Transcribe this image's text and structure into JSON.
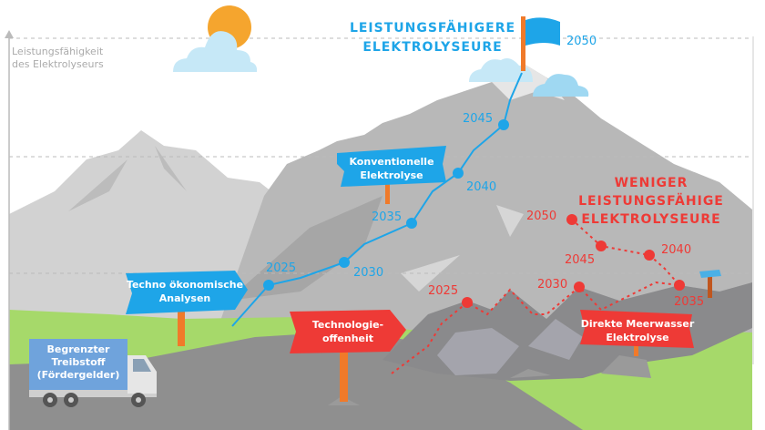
{
  "axis": {
    "label_line1": "Leistungsfähigkeit",
    "label_line2": "des Elektrolyseurs"
  },
  "top_goal": {
    "line1": "LEISTUNGSFÄHIGERE",
    "line2": "ELEKTROLYSEURE",
    "year": "2050"
  },
  "lower_goal": {
    "line1": "WENIGER",
    "line2": "LEISTUNGSFÄHIGE",
    "line3": "ELEKTROLYSEURE"
  },
  "blue_path_years": [
    "2025",
    "2030",
    "2035",
    "2040",
    "2045"
  ],
  "red_path_years": [
    "2025",
    "2030",
    "2035",
    "2040",
    "2045",
    "2050"
  ],
  "signs": {
    "techno": {
      "line1": "Techno ökonomische",
      "line2": "Analysen"
    },
    "offenheit": {
      "line1": "Technologie-",
      "line2": "offenheit"
    },
    "konventionell": {
      "line1": "Konventionelle",
      "line2": "Elektrolyse"
    },
    "meerwasser": {
      "line1": "Direkte Meerwasser",
      "line2": "Elektrolyse"
    }
  },
  "truck": {
    "line1": "Begrenzter",
    "line2": "Treibstoff",
    "line3": "(Fördergelder)"
  },
  "colors": {
    "blue": "#1ea5e8",
    "red": "#ee3a36",
    "orange": "#f5a030",
    "green": "#a6d96a"
  }
}
